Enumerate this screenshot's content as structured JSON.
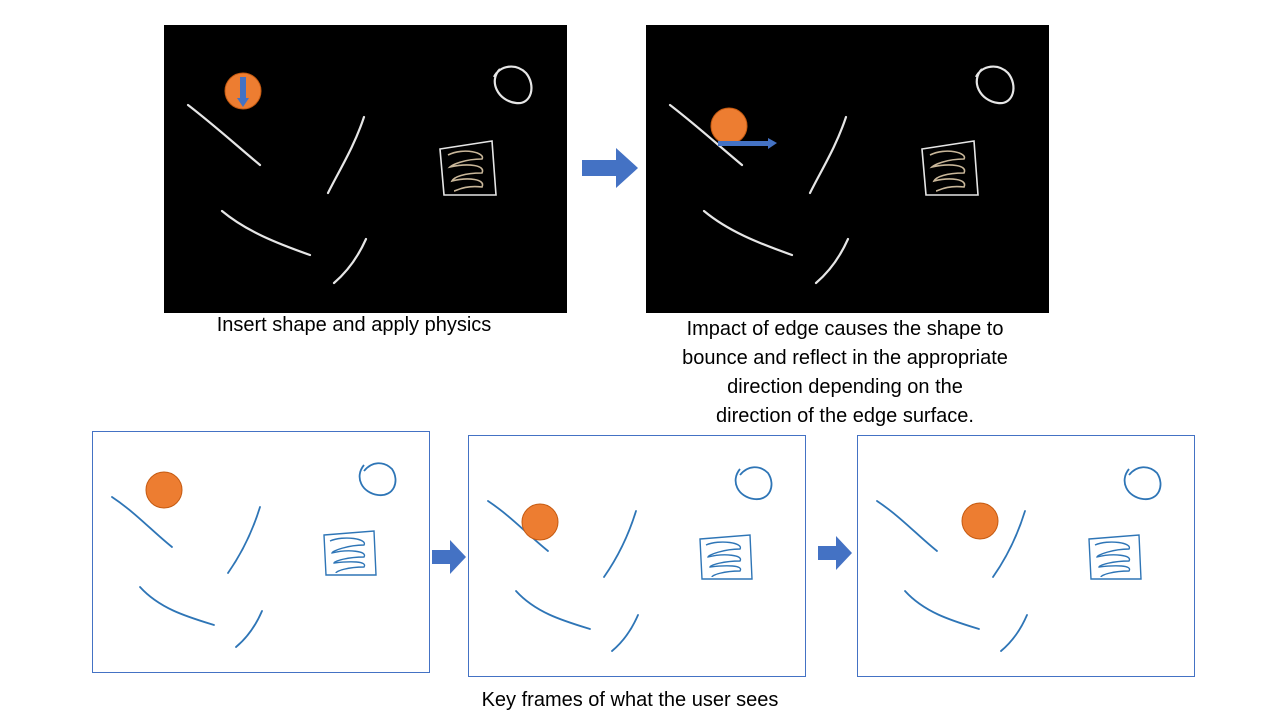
{
  "slide": {
    "captions": {
      "insert": "Insert shape and apply physics",
      "impact_lines": [
        "Impact of edge causes the shape to",
        "bounce and reflect in the appropriate",
        "direction depending on the",
        "direction of the edge surface."
      ],
      "keyframes": "Key frames of what the user sees"
    },
    "colors": {
      "canvas_black": "#000000",
      "ball_orange": "#ED7D31",
      "arrow_blue": "#4472C4",
      "ink_blue": "#2E75B6",
      "chalk_white": "#D8D8D8"
    },
    "icons": [
      "orange-ball",
      "velocity-arrow",
      "next-step-arrow",
      "drawn-edge-stroke",
      "scribbled-box",
      "hand-drawn-circle"
    ]
  }
}
